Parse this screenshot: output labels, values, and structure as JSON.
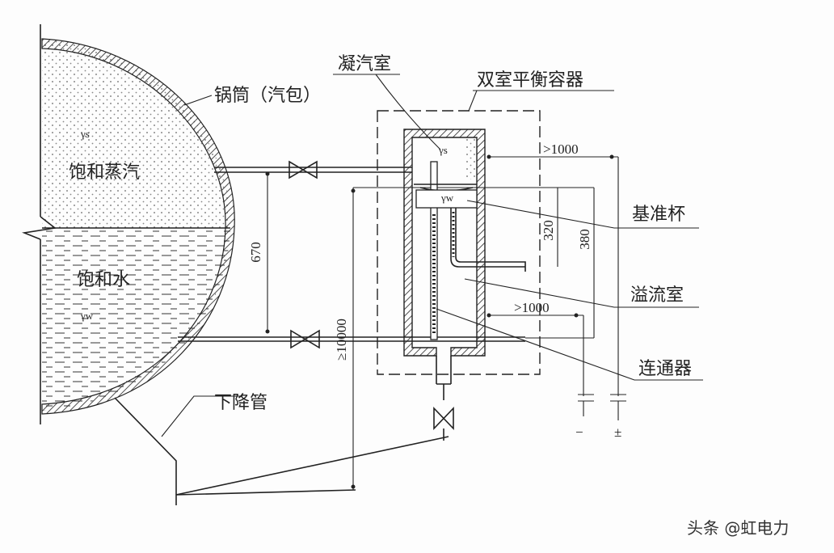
{
  "title": "双室平衡容器",
  "labels": {
    "condensing_chamber": "凝汽室",
    "balance_vessel": "双室平衡容器",
    "drum": "锅筒（汽包）",
    "saturated_steam": "饱和蒸汽",
    "saturated_water": "饱和水",
    "reference_cup": "基准杯",
    "overflow_chamber": "溢流室",
    "connector": "连通器",
    "downcomer": "下降管",
    "gamma_s": "γs",
    "gamma_w": "γw",
    "gamma_s_vessel": "γs",
    "gamma_w_vessel": "γw"
  },
  "dimensions": {
    "d670": "670",
    "d10000": "≥10000",
    "d1000_top": ">1000",
    "d320": "320",
    "d380": "380",
    "d1000_bottom": ">1000"
  },
  "terminals": {
    "minus": "−",
    "plus": "±"
  },
  "watermark": "头条 @虹电力"
}
